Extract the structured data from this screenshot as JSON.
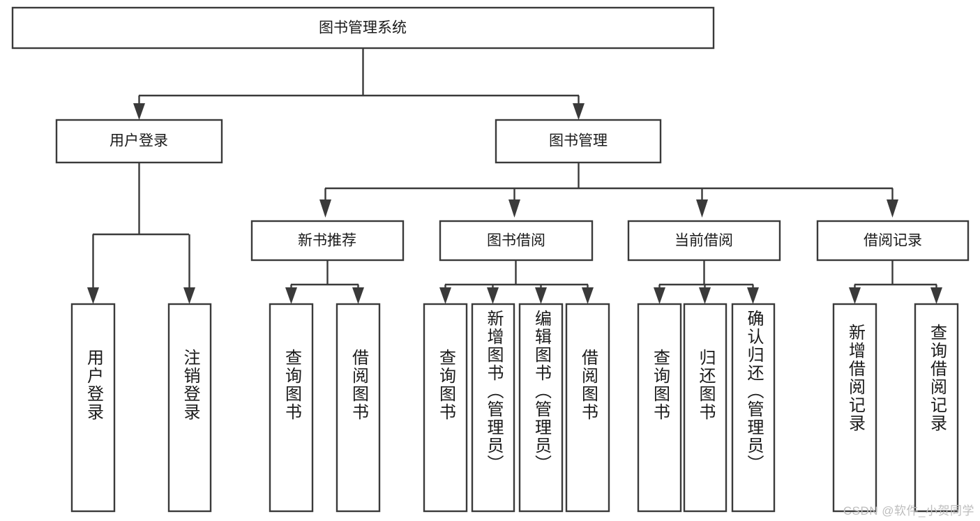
{
  "diagram": {
    "type": "tree-hierarchy",
    "title": "图书管理系统",
    "watermark": "CSDN @软件_小贺同学",
    "colors": {
      "stroke": "#3a3a3a",
      "fill": "#ffffff",
      "text": "#1a1a1a",
      "background": "#ffffff",
      "watermark": "#bdbdbd"
    },
    "root": {
      "id": "root",
      "label": "图书管理系统"
    },
    "level2": [
      {
        "id": "user-login",
        "label": "用户登录"
      },
      {
        "id": "book-manage",
        "label": "图书管理"
      }
    ],
    "level3": [
      {
        "id": "new-book-recommend",
        "label": "新书推荐",
        "parent": "book-manage"
      },
      {
        "id": "book-borrow",
        "label": "图书借阅",
        "parent": "book-manage"
      },
      {
        "id": "current-borrow",
        "label": "当前借阅",
        "parent": "book-manage"
      },
      {
        "id": "borrow-record",
        "label": "借阅记录",
        "parent": "book-manage"
      }
    ],
    "leaves": [
      {
        "id": "leaf-user-login",
        "label": "用户登录",
        "parent": "user-login"
      },
      {
        "id": "leaf-user-logout",
        "label": "注销登录",
        "parent": "user-login"
      },
      {
        "id": "leaf-query-book-1",
        "label": "查询图书",
        "parent": "new-book-recommend"
      },
      {
        "id": "leaf-borrow-book-1",
        "label": "借阅图书",
        "parent": "new-book-recommend"
      },
      {
        "id": "leaf-query-book-2",
        "label": "查询图书",
        "parent": "book-borrow"
      },
      {
        "id": "leaf-add-book",
        "label": "新增图书（管理员）",
        "parent": "book-borrow"
      },
      {
        "id": "leaf-edit-book",
        "label": "编辑图书（管理员）",
        "parent": "book-borrow"
      },
      {
        "id": "leaf-borrow-book-2",
        "label": "借阅图书",
        "parent": "book-borrow"
      },
      {
        "id": "leaf-query-book-3",
        "label": "查询图书",
        "parent": "current-borrow"
      },
      {
        "id": "leaf-return-book",
        "label": "归还图书",
        "parent": "current-borrow"
      },
      {
        "id": "leaf-confirm-return",
        "label": "确认归还（管理员）",
        "parent": "current-borrow"
      },
      {
        "id": "leaf-add-record",
        "label": "新增借阅记录",
        "parent": "borrow-record"
      },
      {
        "id": "leaf-query-record",
        "label": "查询借阅记录",
        "parent": "borrow-record"
      }
    ]
  }
}
